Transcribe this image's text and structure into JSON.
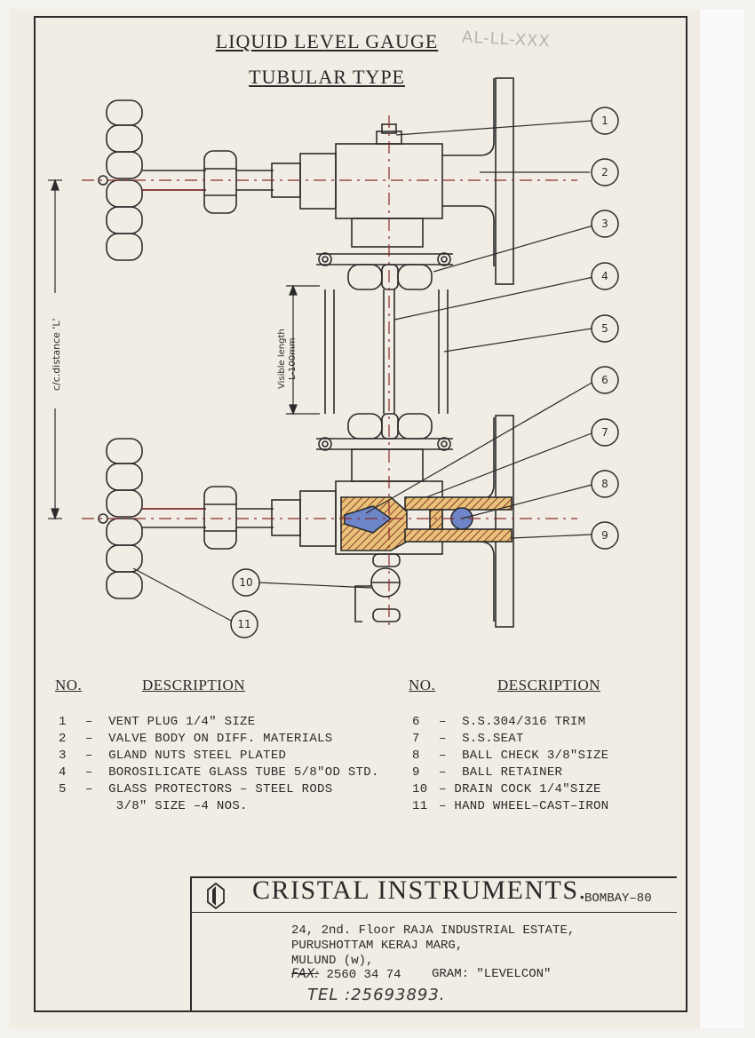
{
  "title_line1": "LIQUID LEVEL GAUGE",
  "title_line2": "TUBULAR TYPE",
  "pencil_note": "AL-LL-XXX",
  "dim_cc": "c/c.distance 'L'",
  "dim_visible_1": "Visible length",
  "dim_visible_2": "L-100mm",
  "callouts": [
    "1",
    "2",
    "3",
    "4",
    "5",
    "6",
    "7",
    "8",
    "9",
    "10",
    "11"
  ],
  "table": {
    "hdr_no": "NO.",
    "hdr_desc": "DESCRIPTION",
    "left": [
      {
        "n": "1",
        "text": "–  VENT PLUG 1/4\" SIZE"
      },
      {
        "n": "2",
        "text": "–  VALVE BODY ON DIFF. MATERIALS"
      },
      {
        "n": "3",
        "text": "–  GLAND NUTS STEEL PLATED"
      },
      {
        "n": "4",
        "text": "–  BOROSILICATE GLASS TUBE 5/8\"OD STD."
      },
      {
        "n": "5",
        "text": "–  GLASS PROTECTORS – STEEL RODS"
      },
      {
        "n": "",
        "text": "    3/8\" SIZE –4 NOS."
      }
    ],
    "right": [
      {
        "n": "6",
        "text": "–  S.S.304/316 TRIM"
      },
      {
        "n": "7",
        "text": "–  S.S.SEAT"
      },
      {
        "n": "8",
        "text": "–  BALL CHECK 3/8\"SIZE"
      },
      {
        "n": "9",
        "text": "–  BALL RETAINER"
      },
      {
        "n": "10",
        "text": "– DRAIN COCK 1/4\"SIZE"
      },
      {
        "n": "11",
        "text": "– HAND WHEEL–CAST–IRON"
      }
    ]
  },
  "company": {
    "name": "CRISTAL INSTRUMENTS.",
    "city": "BOMBAY–80",
    "address": "24, 2nd. Floor RAJA INDUSTRIAL ESTATE,\nPURUSHOTTAM KERAJ MARG,\nMULUND (w),",
    "fax_label": "FAX:",
    "fax_number": "2560 34 74",
    "gram": "GRAM: \"LEVELCON\"",
    "tel": "TEL :25693893."
  },
  "colors": {
    "ink": "#2b2b2b",
    "paper": "#f1ede4",
    "redline": "#8a2b2b",
    "bluefill": "#6e86c9"
  }
}
